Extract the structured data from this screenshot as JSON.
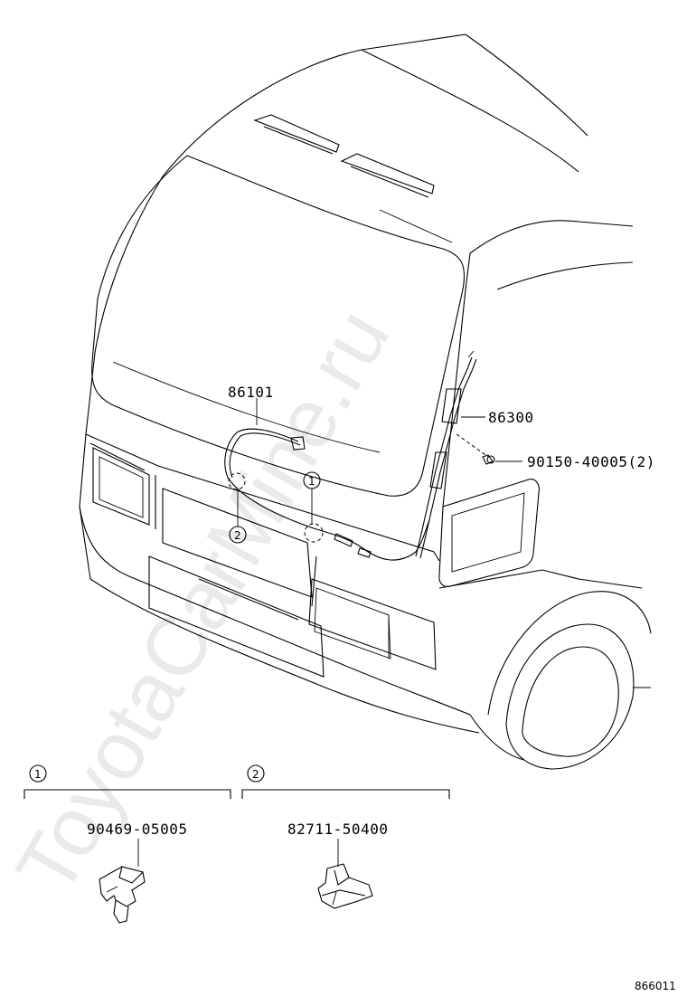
{
  "watermark": "ToyotaCarMine.ru",
  "parts": {
    "hose_label": "86101",
    "nozzle_label": "86300",
    "screw_label": "90150-40005(2)",
    "clip1_label": "90469-05005",
    "clip2_label": "82711-50400"
  },
  "callouts": {
    "ref1": "1",
    "ref2": "2"
  },
  "diagram_code": "866011"
}
